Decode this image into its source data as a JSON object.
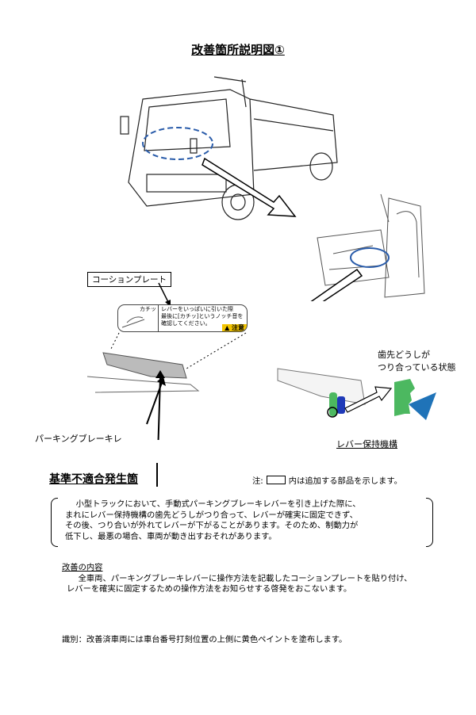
{
  "title": "改善箇所説明図①",
  "labels": {
    "caution_plate": "コーションプレート",
    "parking_brake": "パーキングブレーキレ",
    "lever_mechanism": "レバー保持機構",
    "teeth_state_1": "歯先どうしが",
    "teeth_state_2": "つり合っている状態"
  },
  "plate": {
    "click": "カチッ",
    "line1": "レバーをいっぱいに引いた際",
    "line2": "最後に[カチッ]というノッチ音を",
    "line3": "確認してください。",
    "warning": "注意"
  },
  "nonconformity": {
    "heading": "基準不適合発生箇",
    "note_prefix": "注:",
    "note_suffix": "内は追加する部品を示します。",
    "lines": [
      "　 小型トラックにおいて、手動式パーキングブレーキレバーを引き上げた際に、",
      "まれにレバー保持機構の歯先どうしがつり合って、レバーが確実に固定できず、",
      "その後、つり合いが外れてレバーが下がることがあります。そのため、制動力が",
      "低下し、最悪の場合、車両が動き出すおそれがあります。"
    ]
  },
  "improvement": {
    "heading": "改善の内容",
    "lines": [
      "　　全車両、パーキングブレーキレバーに操作方法を記載したコーションプレートを貼り付け、",
      "レバーを確実に固定するための操作方法をお知らせする啓発をおこないます。"
    ]
  },
  "identification": "識別：改善済車両には車台番号打刻位置の上側に黄色ペイントを塗布します。",
  "colors": {
    "green": "#4cb860",
    "blue": "#1f73b8",
    "warning": "#f2c400",
    "ellipse": "#2a5caa"
  }
}
